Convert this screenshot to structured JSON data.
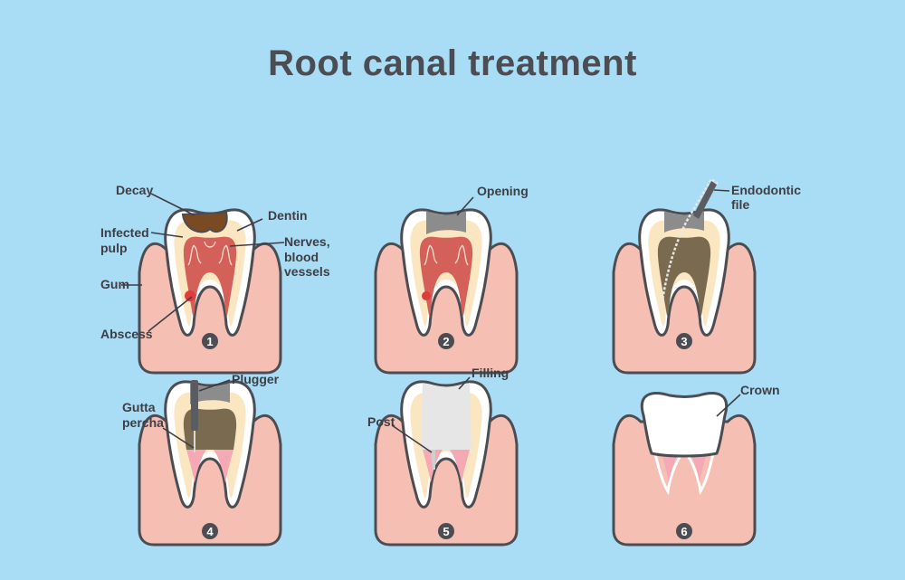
{
  "title": "Root canal treatment",
  "colors": {
    "background": "#a9dcf5",
    "gum": "#f5bfb4",
    "enamel": "#ffffff",
    "dentin": "#fbe6c2",
    "pulp": "#d4605a",
    "decay": "#7a4a23",
    "opening_gray": "#8c8c8c",
    "gutta_brown": "#7a6a4f",
    "filling": "#e6e6e6",
    "outline": "#4b4d53"
  },
  "steps": [
    {
      "number": "1",
      "labels": {
        "decay": "Decay",
        "dentin": "Dentin",
        "infected_1": "Infected",
        "infected_2": "pulp",
        "nerves_1": "Nerves,",
        "nerves_2": "blood",
        "nerves_3": "vessels",
        "gum": "Gum",
        "abscess": "Abscess"
      }
    },
    {
      "number": "2",
      "labels": {
        "opening": "Opening"
      }
    },
    {
      "number": "3",
      "labels": {
        "endo_1": "Endodontic",
        "endo_2": "file"
      }
    },
    {
      "number": "4",
      "labels": {
        "plugger": "Plugger",
        "gutta_1": "Gutta",
        "gutta_2": "percha"
      }
    },
    {
      "number": "5",
      "labels": {
        "filling": "Filling",
        "post": "Post"
      }
    },
    {
      "number": "6",
      "labels": {
        "crown": "Crown"
      }
    }
  ]
}
